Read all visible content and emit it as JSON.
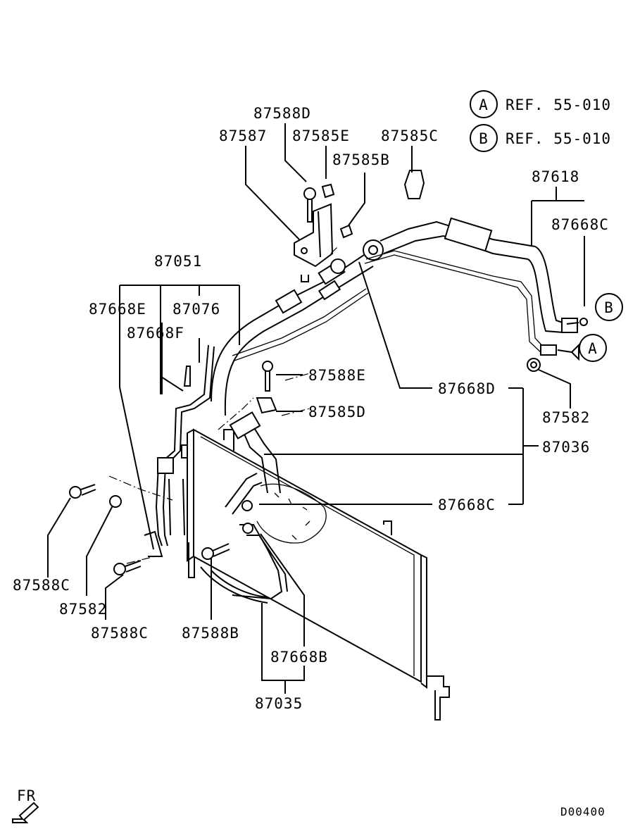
{
  "diagram": {
    "refs": [
      {
        "letter": "A",
        "text": "REF. 55-010"
      },
      {
        "letter": "B",
        "text": "REF. 55-010"
      }
    ],
    "callout_markers": {
      "a": "A",
      "b": "B"
    },
    "labels": {
      "p87588D": "87588D",
      "p87587": "87587",
      "p87585E": "87585E",
      "p87585C": "87585C",
      "p87585B": "87585B",
      "p87618": "87618",
      "p87668C_top": "87668C",
      "p87051": "87051",
      "p87668E": "87668E",
      "p87076": "87076",
      "p87668F": "87668F",
      "p87588E": "87588E",
      "p87585D": "87585D",
      "p87668D": "87668D",
      "p87582_right": "87582",
      "p87036": "87036",
      "p87668C_mid": "87668C",
      "p87588C_left": "87588C",
      "p87582_left": "87582",
      "p87588C_bottom": "87588C",
      "p87588B": "87588B",
      "p87668B": "87668B",
      "p87035": "87035"
    },
    "direction_label": "FR",
    "drawing_code": "D00400"
  }
}
